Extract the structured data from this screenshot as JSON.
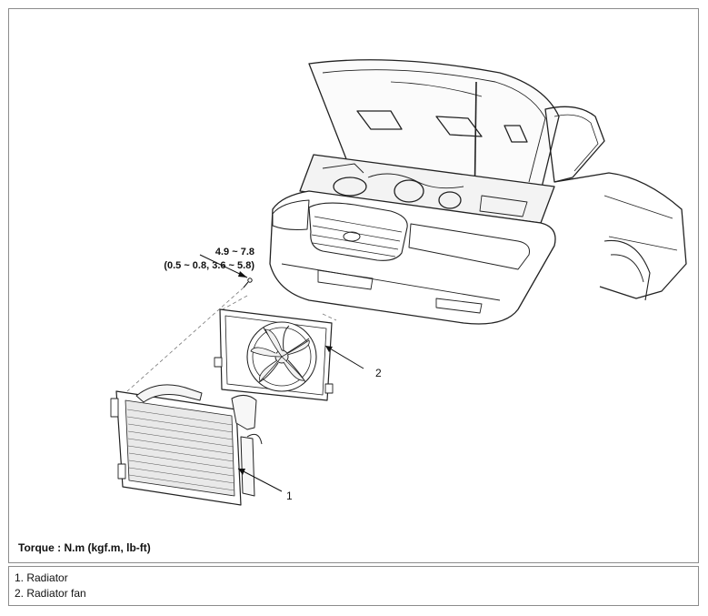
{
  "torque": {
    "range_nm": "4.9 ~ 7.8",
    "range_alt": "(0.5 ~ 0.8, 3.6 ~ 5.8)",
    "footer_label": "Torque : N.m (kgf.m, lb-ft)"
  },
  "callouts": {
    "one": "1",
    "two": "2"
  },
  "legend": {
    "items": [
      "1. Radiator",
      "2. Radiator fan"
    ]
  },
  "colors": {
    "border": "#8c8c8c",
    "ink": "#111111"
  }
}
